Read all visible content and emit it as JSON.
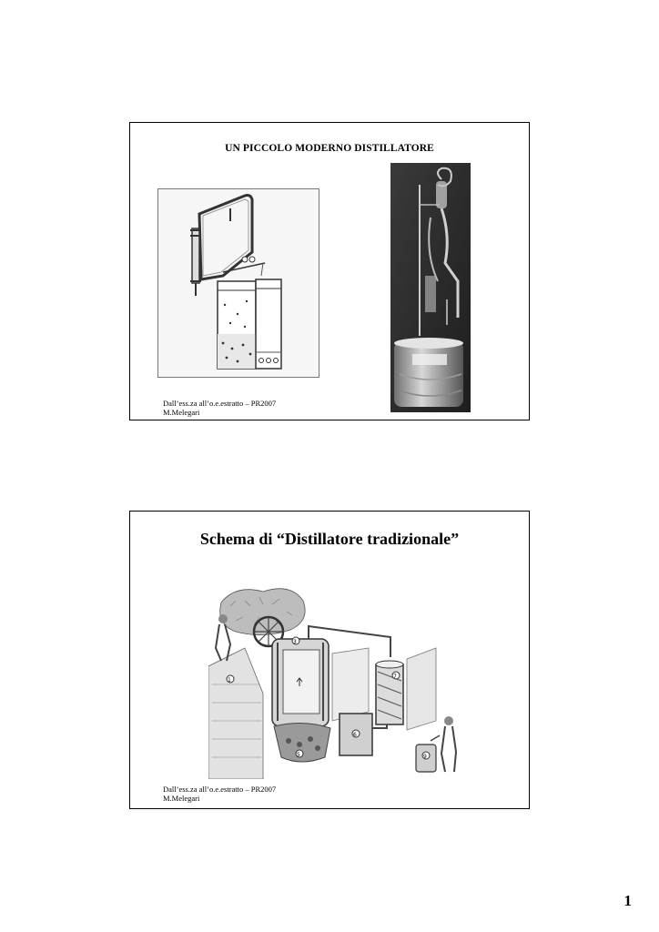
{
  "slides": [
    {
      "title": "UN  PICCOLO  MODERNO DISTILLATORE",
      "footer_line1": "Dall’ess.za all’o.e.estratto – PR2007",
      "footer_line2": "M.Melegari"
    },
    {
      "title": "Schema  di “Distillatore  tradizionale”",
      "footer_line1": "Dall’ess.za all’o.e.estratto – PR2007",
      "footer_line2": "M.Melegari"
    }
  ],
  "page_number": "1",
  "colors": {
    "ink": "#000000",
    "photo_dark": "#2a2a2a",
    "photo_mid": "#8a8a8a",
    "sketch_bg": "#f4f4f4"
  }
}
